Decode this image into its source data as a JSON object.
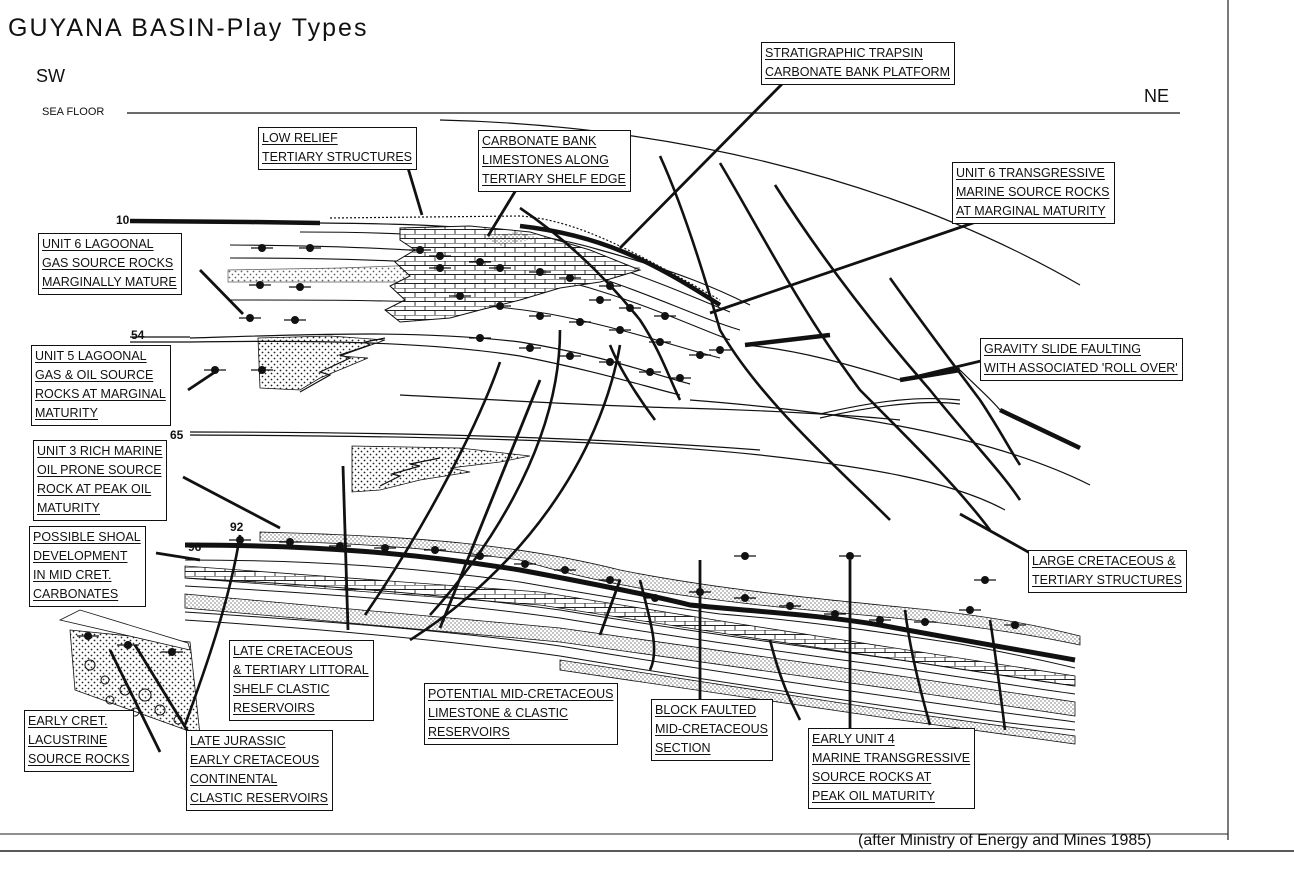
{
  "title": "GUYANA BASIN-Play Types",
  "orientation": {
    "left": "SW",
    "right": "NE"
  },
  "sea_floor": "SEA FLOOR",
  "horizons": {
    "h10": "10",
    "h54": "54",
    "h65": "65",
    "h92": "92",
    "h96": "96"
  },
  "labels": {
    "stratigraphic_traps": [
      "STRATIGRAPHIC TRAPSIN",
      "CARBONATE BANK PLATFORM"
    ],
    "low_relief": [
      "LOW RELIEF",
      "TERTIARY STRUCTURES"
    ],
    "carbonate_bank": [
      "CARBONATE BANK",
      "LIMESTONES ALONG",
      "TERTIARY SHELF EDGE"
    ],
    "unit6_transgressive": [
      "UNIT 6 TRANSGRESSIVE",
      "MARINE SOURCE ROCKS",
      "AT MARGINAL MATURITY"
    ],
    "unit6_lagoonal": [
      "UNIT 6 LAGOONAL",
      "GAS SOURCE ROCKS",
      "MARGINALLY MATURE"
    ],
    "unit5_lagoonal": [
      "UNIT 5 LAGOONAL",
      "GAS & OIL SOURCE",
      "ROCKS AT MARGINAL",
      "MATURITY"
    ],
    "gravity_slide": [
      "GRAVITY SLIDE FAULTING",
      "WITH ASSOCIATED 'ROLL OVER'"
    ],
    "unit3": [
      "UNIT 3 RICH MARINE",
      "OIL PRONE SOURCE",
      "ROCK AT PEAK OIL",
      "MATURITY"
    ],
    "shoal": [
      "POSSIBLE SHOAL",
      "DEVELOPMENT",
      "IN MID CRET.",
      "CARBONATES"
    ],
    "large_cretaceous": [
      "LARGE CRETACEOUS &",
      "TERTIARY STRUCTURES"
    ],
    "late_cretaceous_littoral": [
      "LATE CRETACEOUS",
      "& TERTIARY LITTORAL",
      "SHELF CLASTIC",
      "RESERVOIRS"
    ],
    "potential_mid_cretaceous": [
      "POTENTIAL MID-CRETACEOUS",
      "LIMESTONE & CLASTIC",
      "RESERVOIRS"
    ],
    "block_faulted": [
      "BLOCK FAULTED",
      "MID-CRETACEOUS",
      "SECTION"
    ],
    "early_unit4": [
      "EARLY UNIT 4",
      "MARINE TRANSGRESSIVE",
      "SOURCE ROCKS AT",
      "PEAK OIL MATURITY"
    ],
    "early_cret_lacustrine": [
      "EARLY CRET.",
      "LACUSTRINE",
      "SOURCE ROCKS"
    ],
    "late_jurassic": [
      "LATE JURASSIC",
      "EARLY CRETACEOUS",
      "CONTINENTAL",
      "CLASTIC RESERVOIRS"
    ]
  },
  "credit": "(after Ministry of Energy and Mines 1985)"
}
